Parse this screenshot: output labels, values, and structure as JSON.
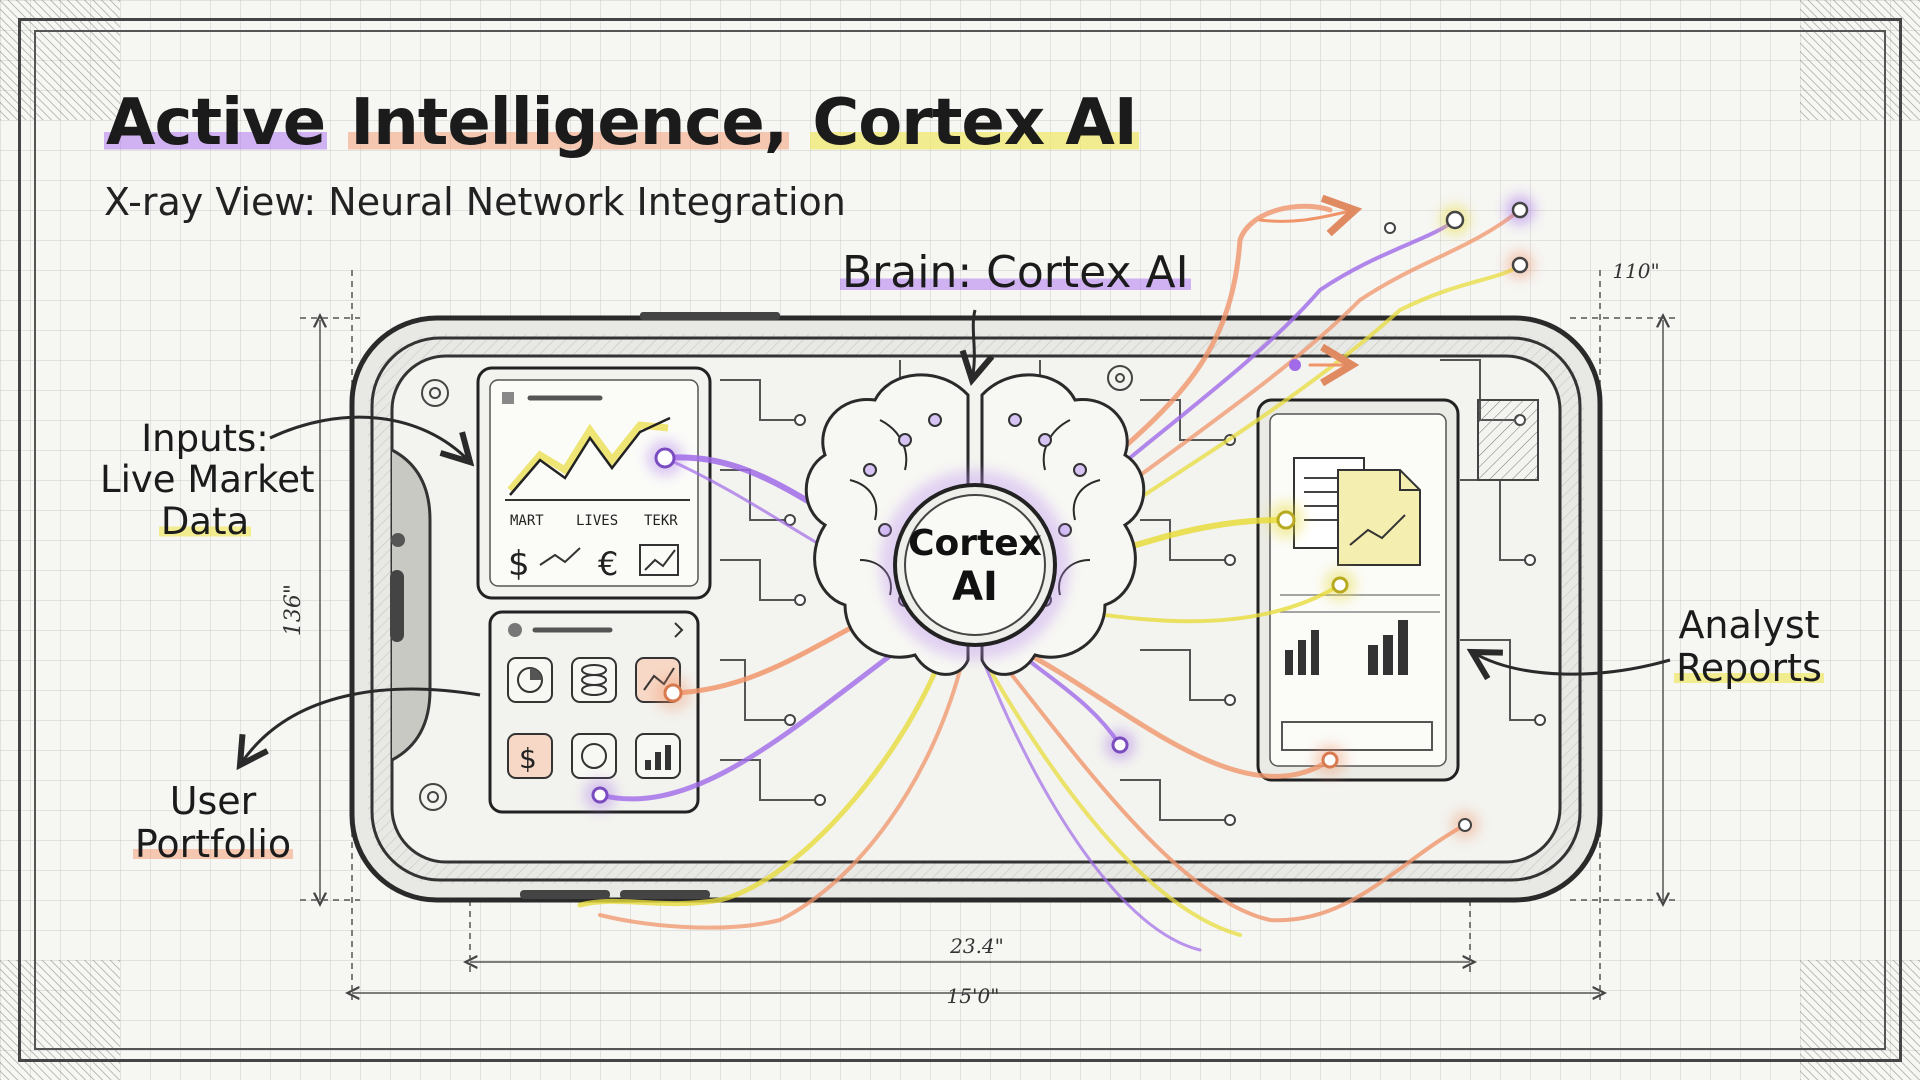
{
  "title": {
    "part1": "Active Intelligence,",
    "part2": "Cortex AI",
    "line_active": "Active",
    "line_intelligence": "Intelligence,",
    "line_cortex": "Cortex AI"
  },
  "subtitle": "X-ray View: Neural Network Integration",
  "labels": {
    "brain": "Brain: Cortex AI",
    "inputs": [
      "Inputs:",
      "Live Market",
      "Data"
    ],
    "user_portfolio": [
      "User",
      "Portfolio"
    ],
    "analyst_reports": [
      "Analyst",
      "Reports"
    ]
  },
  "chip": {
    "line1": "Cortex",
    "line2": "AI"
  },
  "screen_left": {
    "chart_labels": [
      "MART",
      "LIVES",
      "TEKR"
    ],
    "currency_symbols": [
      "$",
      "€"
    ],
    "portfolio_symbol": "$"
  },
  "dimensions": {
    "height_left": "136\"",
    "height_right": "110\"",
    "width_inner": "23.4\"",
    "width_outer": "15'0\""
  },
  "colors": {
    "purple": "#a06ae8",
    "orange": "#f0956a",
    "yellow": "#e8dc3c",
    "ink": "#2a2a2a"
  }
}
